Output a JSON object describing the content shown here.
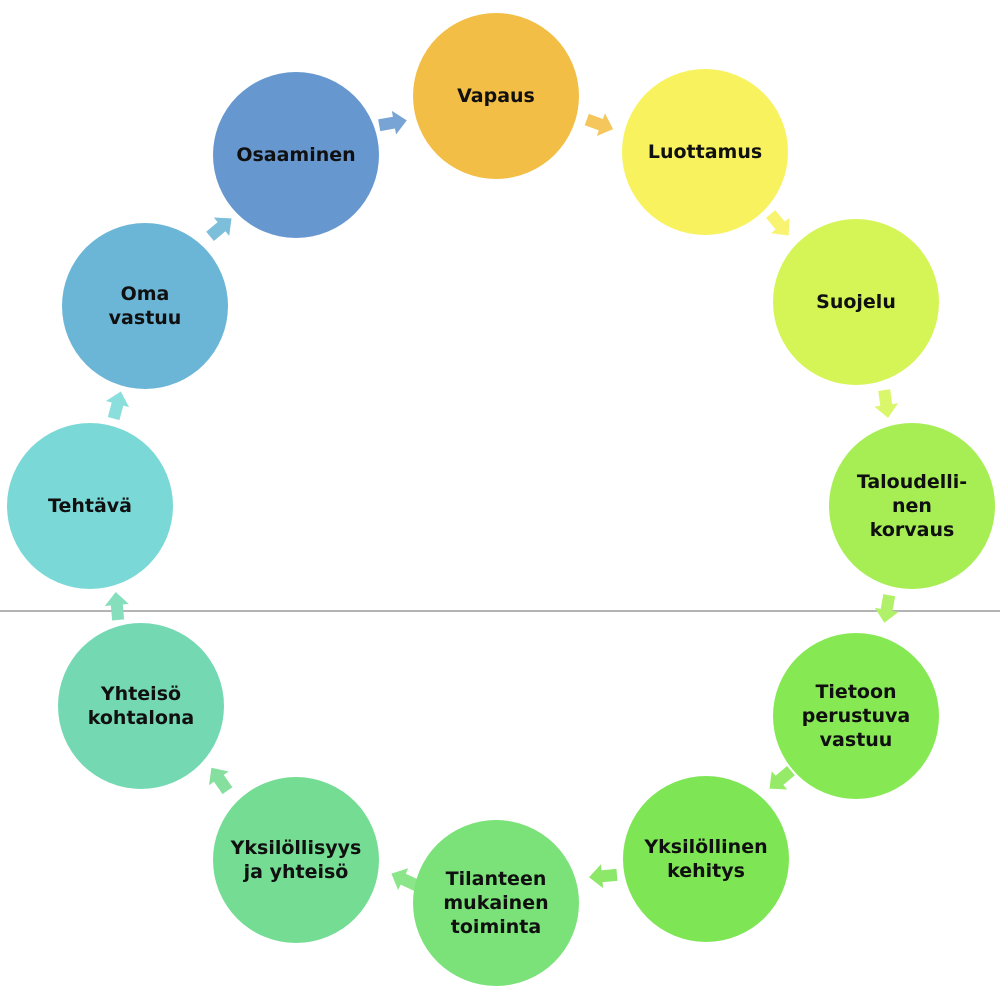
{
  "nodes": [
    {
      "id": "vapaus",
      "lines": [
        "Vapaus"
      ],
      "color": "#F2BE45"
    },
    {
      "id": "luottamus",
      "lines": [
        "Luottamus"
      ],
      "color": "#F7F25E"
    },
    {
      "id": "suojelu",
      "lines": [
        "Suojelu"
      ],
      "color": "#D5F556"
    },
    {
      "id": "taloudellinen-korvaus",
      "lines": [
        "Taloudelli-",
        "nen",
        "korvaus"
      ],
      "color": "#A6EE54"
    },
    {
      "id": "tietoon-perustuva-vastuu",
      "lines": [
        "Tietoon",
        "perustuva",
        "vastuu"
      ],
      "color": "#86E852"
    },
    {
      "id": "yksilollinen-kehitys",
      "lines": [
        "Yksilöllinen",
        "kehitys"
      ],
      "color": "#7EE555"
    },
    {
      "id": "tilanteen-mukainen-toiminta",
      "lines": [
        "Tilanteen",
        "mukainen",
        "toiminta"
      ],
      "color": "#7BE279"
    },
    {
      "id": "yksilollisyys-ja-yhteiso",
      "lines": [
        "Yksilöllisyys",
        "ja yhteisö"
      ],
      "color": "#74DC93"
    },
    {
      "id": "yhteiso-kohtalona",
      "lines": [
        "Yhteisö",
        "kohtalona"
      ],
      "color": "#74D9B3"
    },
    {
      "id": "tehtava",
      "lines": [
        "Tehtävä"
      ],
      "color": "#7AD9D7"
    },
    {
      "id": "oma-vastuu",
      "lines": [
        "Oma",
        "vastuu"
      ],
      "color": "#6BB5D6"
    },
    {
      "id": "osaaminen",
      "lines": [
        "Osaaminen"
      ],
      "color": "#6697CF"
    }
  ]
}
